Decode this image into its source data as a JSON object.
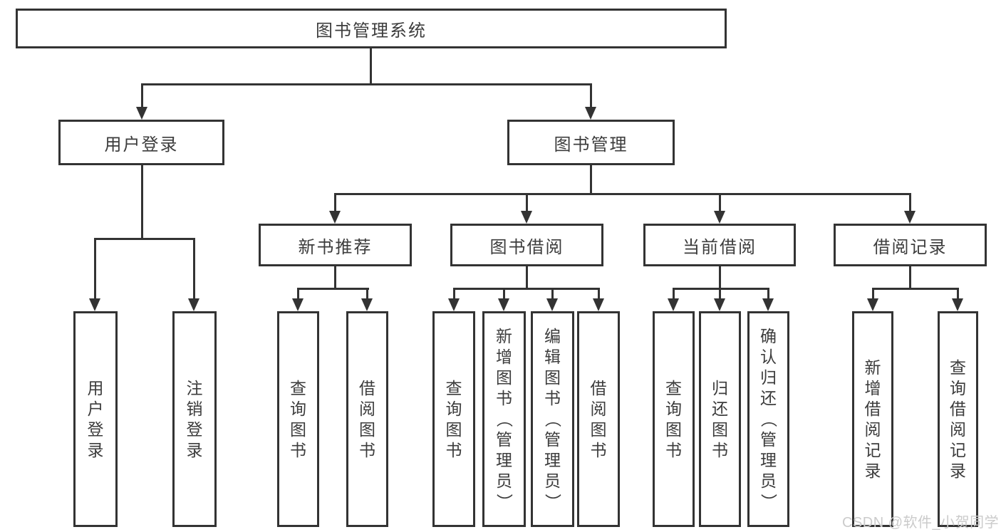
{
  "nodes": {
    "root": {
      "label": "图书管理系统"
    },
    "user_login": {
      "label": "用户登录"
    },
    "book_mgmt": {
      "label": "图书管理"
    },
    "new_books": {
      "label": "新书推荐"
    },
    "book_borrow": {
      "label": "图书借阅"
    },
    "current_borrow": {
      "label": "当前借阅"
    },
    "borrow_records": {
      "label": "借阅记录"
    },
    "ul_login": {
      "label": "用户登录"
    },
    "ul_logout": {
      "label": "注销登录"
    },
    "nb_query": {
      "label": "查询图书"
    },
    "nb_borrow": {
      "label": "借阅图书"
    },
    "bb_query": {
      "label": "查询图书"
    },
    "bb_add": {
      "label": "新增图书（管理员）"
    },
    "bb_edit": {
      "label": "编辑图书（管理员）"
    },
    "bb_borrow": {
      "label": "借阅图书"
    },
    "cb_query": {
      "label": "查询图书"
    },
    "cb_return": {
      "label": "归还图书"
    },
    "cb_confirm": {
      "label": "确认归还（管理员）"
    },
    "br_add": {
      "label": "新增借阅记录"
    },
    "br_query": {
      "label": "查询借阅记录"
    }
  },
  "watermark": {
    "text": "CSDN @软件_小贺同学"
  },
  "colors": {
    "line": "#333333",
    "text": "#3c3c3c",
    "watermark": "#cbcbcb",
    "background": "#ffffff"
  }
}
